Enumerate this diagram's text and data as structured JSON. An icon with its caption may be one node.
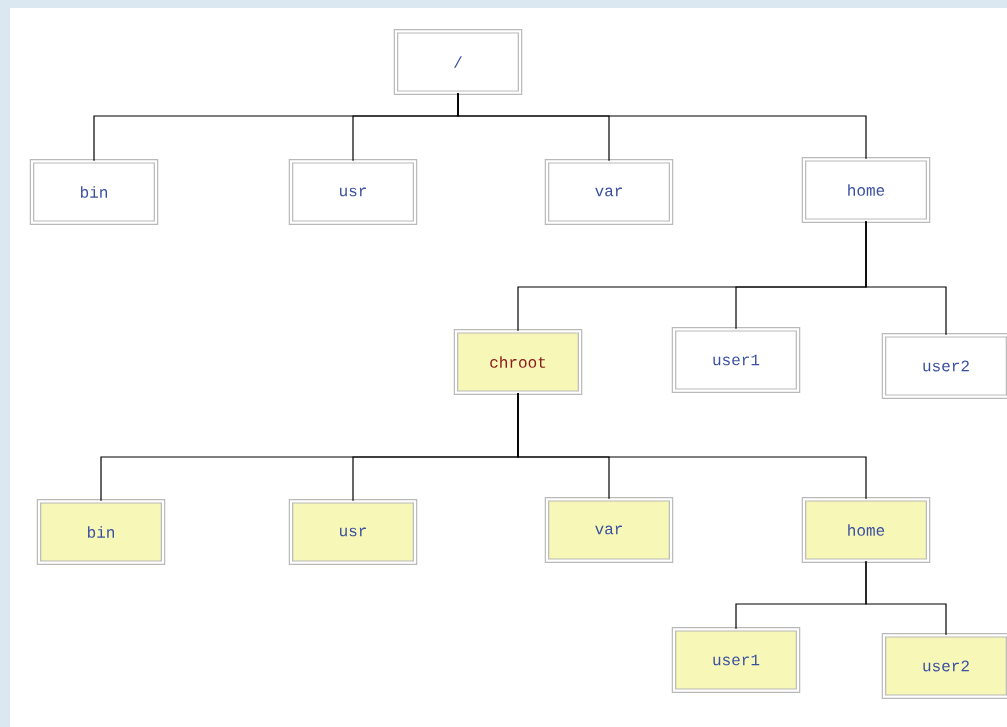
{
  "diagram": {
    "nodes": [
      {
        "text": [
          "/"
        ]
      },
      {
        "text": [
          "bin"
        ]
      },
      {
        "text": [
          "usr"
        ]
      },
      {
        "text": [
          "var"
        ]
      },
      {
        "text": [
          "home"
        ]
      },
      {
        "text": [
          "chroot"
        ]
      },
      {
        "text": [
          "user1"
        ]
      },
      {
        "text": [
          "user2"
        ]
      },
      {
        "text": [
          "bin"
        ]
      },
      {
        "text": [
          "usr"
        ]
      },
      {
        "text": [
          "var"
        ]
      },
      {
        "text": [
          "home"
        ]
      },
      {
        "text": [
          "user1"
        ]
      },
      {
        "text": [
          "user2"
        ]
      }
    ],
    "edges": [
      {
        "from": 0,
        "to": 1,
        "arrow": "none"
      },
      {
        "from": 0,
        "to": 2,
        "arrow": "none"
      },
      {
        "from": 0,
        "to": 3,
        "arrow": "none"
      },
      {
        "from": 0,
        "to": 4,
        "arrow": "none"
      },
      {
        "from": 4,
        "to": 5,
        "arrow": "none"
      },
      {
        "from": 4,
        "to": 6,
        "arrow": "none"
      },
      {
        "from": 4,
        "to": 7,
        "arrow": "none"
      },
      {
        "from": 5,
        "to": 8,
        "arrow": "none"
      },
      {
        "from": 5,
        "to": 9,
        "arrow": "none"
      },
      {
        "from": 5,
        "to": 10,
        "arrow": "none"
      },
      {
        "from": 5,
        "to": 11,
        "arrow": "none"
      },
      {
        "from": 11,
        "to": 12,
        "arrow": "none"
      },
      {
        "from": 11,
        "to": 13,
        "arrow": "none"
      }
    ]
  }
}
